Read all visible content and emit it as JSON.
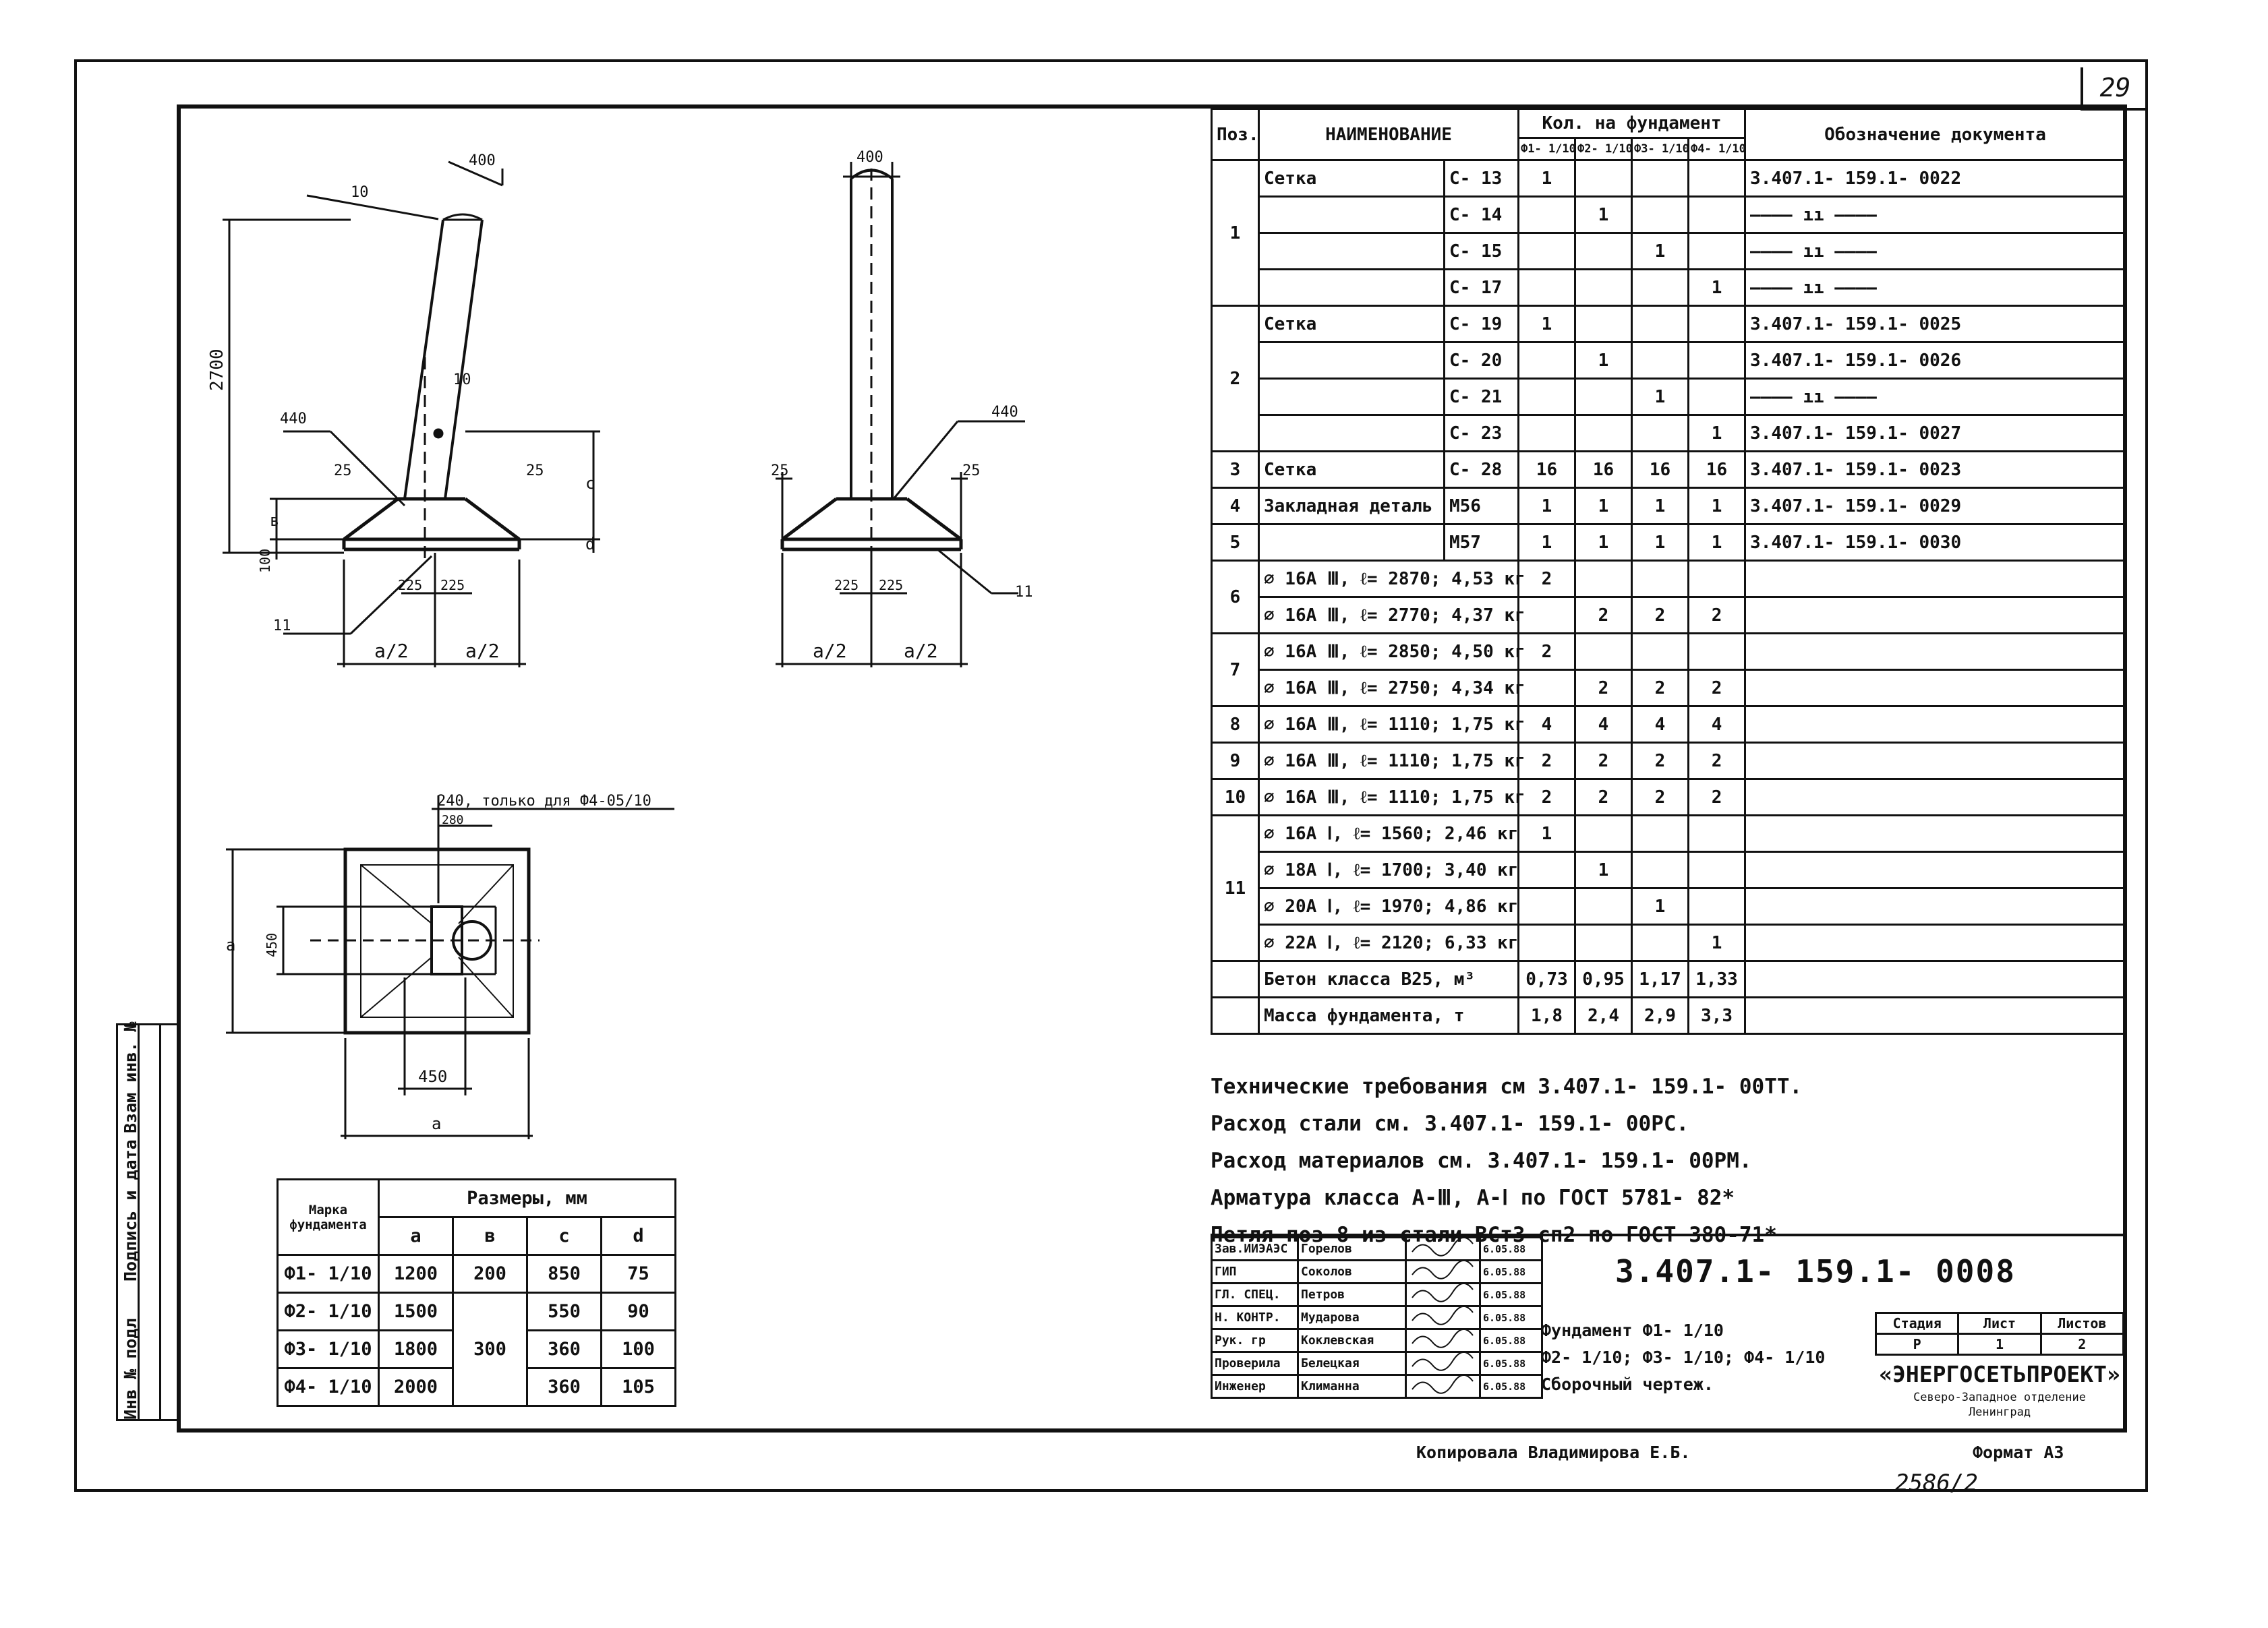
{
  "sheet_number": "29",
  "spec": {
    "headers": {
      "pos": "Поз.",
      "name": "НАИМЕНОВАНИЕ",
      "qty": "Кол. на фундамент",
      "doc": "Обозначение документа",
      "sub": [
        "Ф1- 1/10",
        "Ф2- 1/10",
        "Ф3- 1/10",
        "Ф4- 1/10"
      ]
    },
    "rows": [
      {
        "pos": "1",
        "name": "Сетка",
        "mark": "С- 13",
        "q": [
          "1",
          "",
          "",
          ""
        ],
        "doc": "3.407.1- 159.1- 0022"
      },
      {
        "pos": "",
        "name": "",
        "mark": "С- 14",
        "q": [
          "",
          "1",
          "",
          ""
        ],
        "doc": "———— ıı ————"
      },
      {
        "pos": "",
        "name": "",
        "mark": "С- 15",
        "q": [
          "",
          "",
          "1",
          ""
        ],
        "doc": "———— ıı ————"
      },
      {
        "pos": "",
        "name": "",
        "mark": "С- 17",
        "q": [
          "",
          "",
          "",
          "1"
        ],
        "doc": "———— ıı ————"
      },
      {
        "pos": "2",
        "name": "Сетка",
        "mark": "С- 19",
        "q": [
          "1",
          "",
          "",
          ""
        ],
        "doc": "3.407.1- 159.1- 0025"
      },
      {
        "pos": "",
        "name": "",
        "mark": "С- 20",
        "q": [
          "",
          "1",
          "",
          ""
        ],
        "doc": "3.407.1- 159.1- 0026"
      },
      {
        "pos": "",
        "name": "",
        "mark": "С- 21",
        "q": [
          "",
          "",
          "1",
          ""
        ],
        "doc": "———— ıı ————"
      },
      {
        "pos": "",
        "name": "",
        "mark": "С- 23",
        "q": [
          "",
          "",
          "",
          "1"
        ],
        "doc": "3.407.1- 159.1- 0027"
      },
      {
        "pos": "3",
        "name": "Сетка",
        "mark": "С- 28",
        "q": [
          "16",
          "16",
          "16",
          "16"
        ],
        "doc": "3.407.1- 159.1- 0023"
      },
      {
        "pos": "4",
        "name": "Закладная деталь",
        "mark": "М56",
        "q": [
          "1",
          "1",
          "1",
          "1"
        ],
        "doc": "3.407.1- 159.1- 0029"
      },
      {
        "pos": "5",
        "name": "",
        "mark": "М57",
        "q": [
          "1",
          "1",
          "1",
          "1"
        ],
        "doc": "3.407.1- 159.1- 0030"
      },
      {
        "pos": "6",
        "name": "⌀ 16А Ⅲ,  ℓ= 2870; 4,53 кг",
        "mark": "",
        "q": [
          "2",
          "",
          "",
          ""
        ],
        "doc": ""
      },
      {
        "pos": "",
        "name": "⌀ 16А Ⅲ,  ℓ= 2770; 4,37 кг",
        "mark": "",
        "q": [
          "",
          "2",
          "2",
          "2"
        ],
        "doc": ""
      },
      {
        "pos": "7",
        "name": "⌀ 16А Ⅲ,  ℓ= 2850; 4,50 кг",
        "mark": "",
        "q": [
          "2",
          "",
          "",
          ""
        ],
        "doc": ""
      },
      {
        "pos": "",
        "name": "⌀ 16А Ⅲ,  ℓ= 2750; 4,34 кг",
        "mark": "",
        "q": [
          "",
          "2",
          "2",
          "2"
        ],
        "doc": ""
      },
      {
        "pos": "8",
        "name": "⌀ 16А Ⅲ,  ℓ= 1110; 1,75 кг",
        "mark": "",
        "q": [
          "4",
          "4",
          "4",
          "4"
        ],
        "doc": ""
      },
      {
        "pos": "9",
        "name": "⌀ 16А Ⅲ,  ℓ= 1110; 1,75 кг",
        "mark": "",
        "q": [
          "2",
          "2",
          "2",
          "2"
        ],
        "doc": ""
      },
      {
        "pos": "10",
        "name": "⌀ 16А Ⅲ,  ℓ= 1110; 1,75 кг",
        "mark": "",
        "q": [
          "2",
          "2",
          "2",
          "2"
        ],
        "doc": ""
      },
      {
        "pos": "11",
        "name": "⌀ 16А Ⅰ,  ℓ= 1560; 2,46 кг",
        "mark": "",
        "q": [
          "1",
          "",
          "",
          ""
        ],
        "doc": ""
      },
      {
        "pos": "",
        "name": "⌀ 18А Ⅰ,  ℓ= 1700; 3,40 кг",
        "mark": "",
        "q": [
          "",
          "1",
          "",
          ""
        ],
        "doc": ""
      },
      {
        "pos": "",
        "name": "⌀ 20А Ⅰ,  ℓ= 1970; 4,86 кг",
        "mark": "",
        "q": [
          "",
          "",
          "1",
          ""
        ],
        "doc": ""
      },
      {
        "pos": "",
        "name": "⌀ 22А Ⅰ,  ℓ= 2120; 6,33 кг",
        "mark": "",
        "q": [
          "",
          "",
          "",
          "1"
        ],
        "doc": ""
      },
      {
        "pos": "",
        "name": "Бетон  класса  В25, м³",
        "mark": "",
        "q": [
          "0,73",
          "0,95",
          "1,17",
          "1,33"
        ],
        "doc": ""
      },
      {
        "pos": "",
        "name": "Масса  фундамента, т",
        "mark": "",
        "q": [
          "1,8",
          "2,4",
          "2,9",
          "3,3"
        ],
        "doc": ""
      }
    ]
  },
  "notes": [
    "Технические  требования    см    3.407.1- 159.1- 00ТТ.",
    "Расход    стали        см.  3.407.1- 159.1- 00РС.",
    "Расход   материалов   см.   3.407.1- 159.1- 00РМ.",
    "Арматура     класса  А-Ⅲ, А-Ⅰ  по   ГОСТ  5781- 82*",
    "Петля   поз 8  из  стали  ВСт3 сп2  по  ГОСТ 380-71*"
  ],
  "dims_table": {
    "h_mark": "Марка фундамента",
    "h_sizes": "Размеры,  мм",
    "cols": [
      "a",
      "в",
      "с",
      "d"
    ],
    "rows": [
      {
        "mark": "Ф1- 1/10",
        "a": "1200",
        "b": "200",
        "c": "850",
        "d": "75"
      },
      {
        "mark": "Ф2- 1/10",
        "a": "1500",
        "b": "",
        "c": "550",
        "d": "90"
      },
      {
        "mark": "Ф3- 1/10",
        "a": "1800",
        "b": "300",
        "c": "360",
        "d": "100"
      },
      {
        "mark": "Ф4- 1/10",
        "a": "2000",
        "b": "",
        "c": "360",
        "d": "105"
      }
    ]
  },
  "stamp": {
    "code": "3.407.1- 159.1- 0008",
    "roles": [
      {
        "role": "Зав.ИИЭАЭС",
        "name": "Горелов",
        "date": "6.05.88"
      },
      {
        "role": "ГИП",
        "name": "Соколов",
        "date": "6.05.88"
      },
      {
        "role": "ГЛ. СПЕЦ.",
        "name": "Петров",
        "date": "6.05.88"
      },
      {
        "role": "Н. КОНТР.",
        "name": "Мударова",
        "date": "6.05.88"
      },
      {
        "role": "Рук. гр",
        "name": "Коклевская",
        "date": "6.05.88"
      },
      {
        "role": "Проверила",
        "name": "Белецкая",
        "date": "6.05.88"
      },
      {
        "role": "Инженер",
        "name": "Климанна",
        "date": "6.05.88"
      }
    ],
    "title_lines": [
      "Фундамент   Ф1- 1/10",
      "Ф2- 1/10;  Ф3- 1/10;  Ф4- 1/10",
      "Сборочный   чертеж."
    ],
    "stage_headers": [
      "Стадия",
      "Лист",
      "Листов"
    ],
    "stage_values": [
      "Р",
      "1",
      "2"
    ],
    "org": "«ЭНЕРГОСЕТЬПРОЕКТ»",
    "org_sub": [
      "Северо-Западное отделение",
      "Ленинград"
    ]
  },
  "footer": {
    "copied": "Копировала   Владимирова Е.Б.",
    "format": "Формат А3",
    "inventory": "2586/2"
  },
  "side": {
    "inv": "Инв № подл",
    "sign": "Подпись и дата",
    "swap": "Взам инв. №"
  },
  "labels": {
    "d400": "400",
    "d10": "10",
    "d2700": "2700",
    "p440": "440",
    "d25": "25",
    "in": "в",
    "ic": "с",
    "id": "d",
    "d100": "100",
    "d225": "225",
    "p11": "11",
    "ha": "a/2",
    "d240": "240, только для Ф4-05/10",
    "d280": "280",
    "ia": "a",
    "d450": "450"
  }
}
